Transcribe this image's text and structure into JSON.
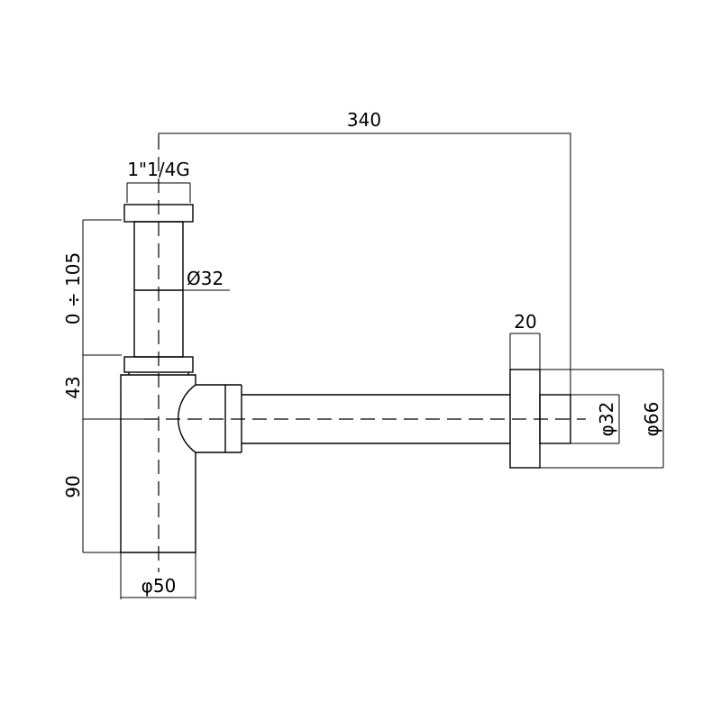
{
  "drawing": {
    "title": "Bottle trap technical drawing",
    "stroke_color": "#000000",
    "background": "#ffffff",
    "dimensions": {
      "overall_length": "340",
      "thread": "1\"1/4G",
      "tube_diameter": "Ø32",
      "height_adjust": "0 ÷ 105",
      "upper_height": "43",
      "lower_height": "90",
      "body_diameter": "φ50",
      "flange_width": "20",
      "outlet_diameter": "φ32",
      "flange_diameter": "φ66"
    }
  }
}
